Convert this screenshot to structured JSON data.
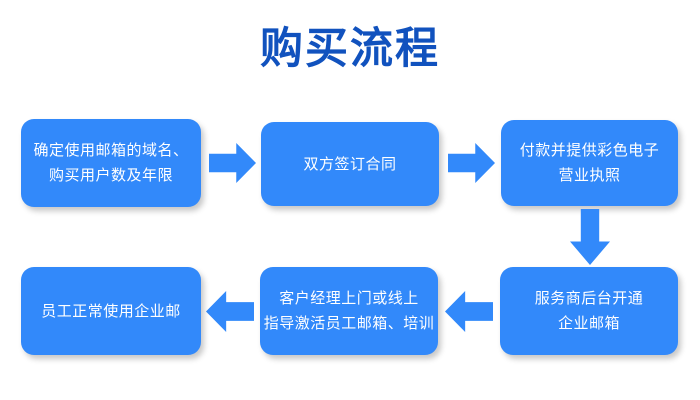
{
  "title": "购买流程",
  "theme": {
    "background": "#ffffff",
    "title_color": "#1152be",
    "box_fill": "#3289fa",
    "box_text_color": "#ffffff",
    "arrow_color": "#3289fa"
  },
  "steps": [
    {
      "id": "step-1",
      "lines": [
        "确定使用邮箱的域名、",
        "购买用户数及年限"
      ]
    },
    {
      "id": "step-2",
      "lines": [
        "双方签订合同"
      ]
    },
    {
      "id": "step-3",
      "lines": [
        "付款并提供彩色电子",
        "营业执照"
      ]
    },
    {
      "id": "step-4",
      "lines": [
        "服务商后台开通",
        "企业邮箱"
      ]
    },
    {
      "id": "step-5",
      "lines": [
        "客户经理上门或线上",
        "指导激活员工邮箱、培训"
      ]
    },
    {
      "id": "step-6",
      "lines": [
        "员工正常使用企业邮"
      ]
    }
  ],
  "connectors": [
    {
      "id": "connector-1",
      "from": "step-1",
      "to": "step-2",
      "direction": "right"
    },
    {
      "id": "connector-2",
      "from": "step-2",
      "to": "step-3",
      "direction": "right"
    },
    {
      "id": "connector-3",
      "from": "step-3",
      "to": "step-4",
      "direction": "down"
    },
    {
      "id": "connector-4",
      "from": "step-4",
      "to": "step-5",
      "direction": "left"
    },
    {
      "id": "connector-5",
      "from": "step-5",
      "to": "step-6",
      "direction": "left"
    }
  ]
}
